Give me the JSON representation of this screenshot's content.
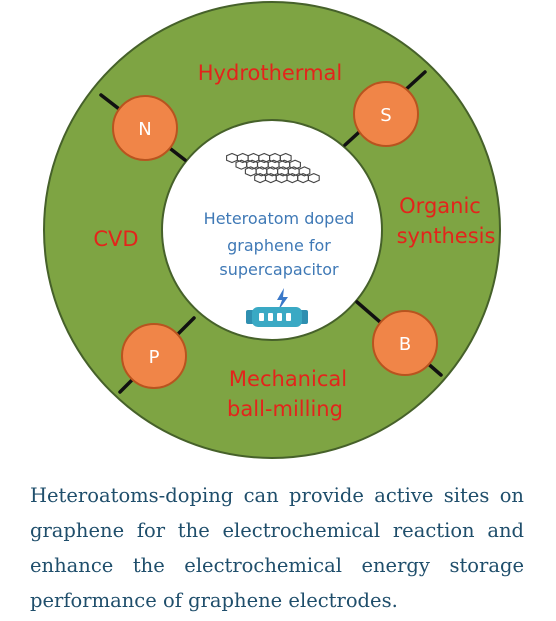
{
  "colors": {
    "ring_fill": "#7ea443",
    "ring_stroke": "#46612a",
    "atom_fill": "#f08548",
    "atom_stroke": "#b8541f",
    "method_text": "#e3241b",
    "center_text": "#3f79b6",
    "caption_text": "#1f4e6b",
    "battery": "#3aa9c4"
  },
  "diagram": {
    "methods": {
      "hydrothermal": "Hydrothermal",
      "organic_line1": "Organic",
      "organic_line2": "synthesis",
      "cvd": "CVD",
      "mechanical_line1": "Mechanical",
      "mechanical_line2": "ball-milling"
    },
    "atoms": {
      "n": "N",
      "s": "S",
      "p": "P",
      "b": "B"
    },
    "center": {
      "line1": "Heteroatom doped",
      "line2": "graphene for",
      "line3": "supercapacitor"
    },
    "icons": [
      "graphene-sheet-icon",
      "lightning-bolt-icon",
      "battery-icon"
    ]
  },
  "caption": "Heteroatoms-doping can provide active sites on graphene for the electrochemical reaction and enhance the electrochemical energy storage performance of graphene electrodes."
}
